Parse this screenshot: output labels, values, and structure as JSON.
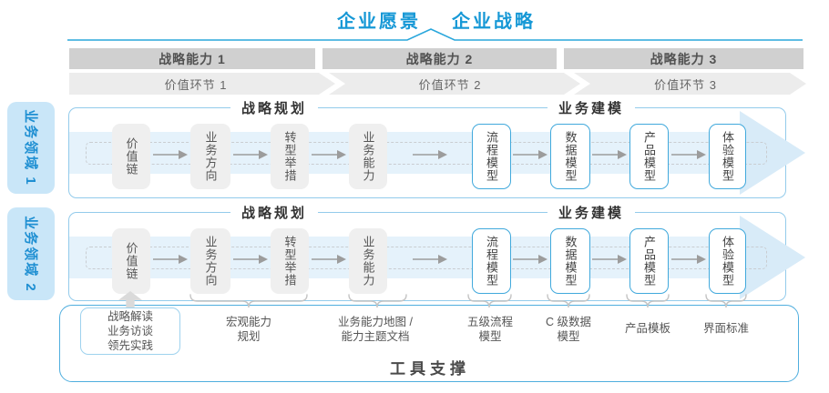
{
  "header": {
    "vision": "企业愿景",
    "strategy": "企业战略",
    "capabilities": [
      "战略能力 1",
      "战略能力 2",
      "战略能力 3"
    ],
    "value_links": [
      "价值环节 1",
      "价值环节 2",
      "价值环节 3"
    ]
  },
  "domains": [
    {
      "label": "业务领域 1"
    },
    {
      "label": "业务领域 2"
    }
  ],
  "sections": {
    "planning": "战略规划",
    "modeling": "业务建模"
  },
  "boxes": [
    {
      "label": "价值链",
      "type": "gray"
    },
    {
      "label": "业务方向",
      "type": "gray"
    },
    {
      "label": "转型举措",
      "type": "gray"
    },
    {
      "label": "业务能力",
      "type": "gray"
    },
    {
      "label": "流程模型",
      "type": "blue"
    },
    {
      "label": "数据模型",
      "type": "blue"
    },
    {
      "label": "产品模型",
      "type": "blue"
    },
    {
      "label": "体验模型",
      "type": "blue"
    }
  ],
  "annotations": {
    "practice_box": "战略解读\n业务访谈\n领先实践",
    "notes": [
      {
        "label": "宏观能力\n规划"
      },
      {
        "label": "业务能力地图 /\n能力主题文档"
      },
      {
        "label": "五级流程\n模型"
      },
      {
        "label": "C 级数据\n模型"
      },
      {
        "label": "产品模板"
      },
      {
        "label": "界面标准"
      }
    ],
    "tool_support": "工具支撑"
  },
  "colors": {
    "accent_blue": "#1698D6",
    "line_blue": "#2AA7DC",
    "panel_border": "#93CBEB",
    "node_border_blue": "#41A9DC",
    "band_fill": "#E5F2FB",
    "bar_gray": "#D0D0D0",
    "chevron_gray": "#ECECEC",
    "domain_tab_fill": "#C9E6F8"
  }
}
